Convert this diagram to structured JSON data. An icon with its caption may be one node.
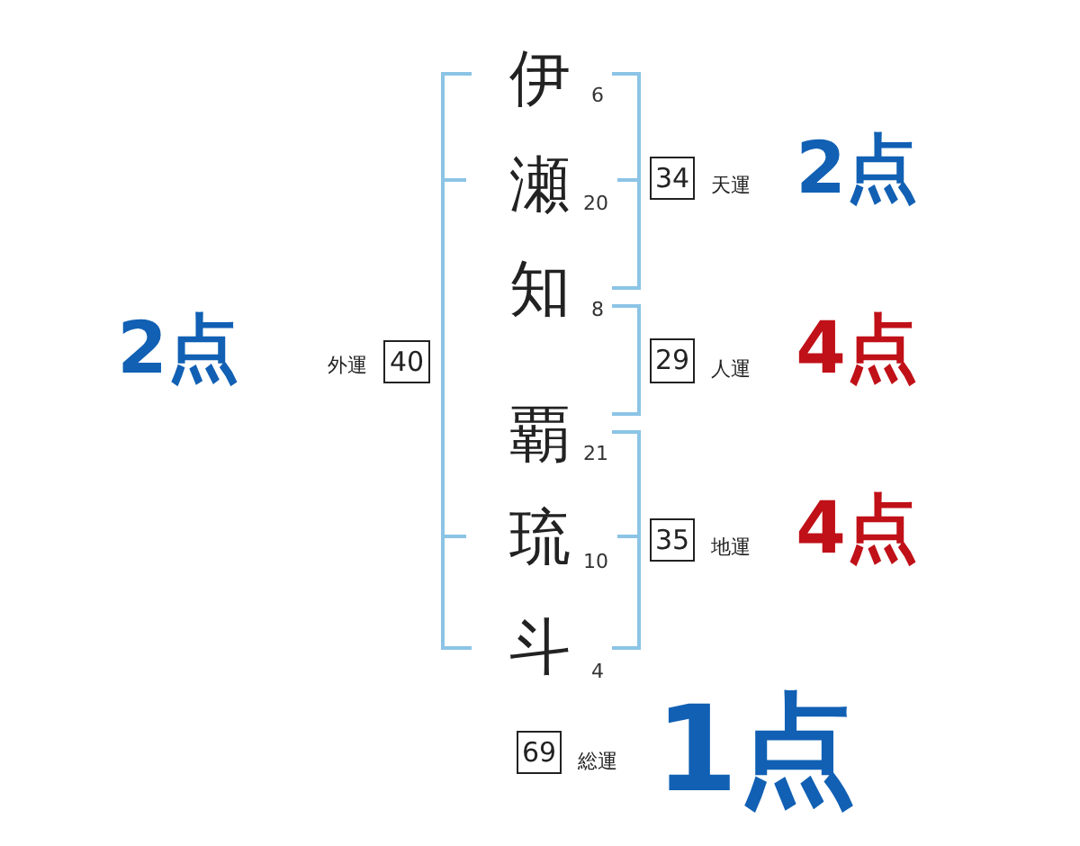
{
  "diagram": {
    "nodes": [
      {
        "text": [
          "34"
        ],
        "beside": [
          "天運"
        ]
      },
      {
        "text": [
          "40"
        ],
        "beside": [
          "外運"
        ]
      },
      {
        "text": [
          "29"
        ],
        "beside": [
          "人運"
        ]
      },
      {
        "text": [
          "35"
        ],
        "beside": [
          "地運"
        ]
      },
      {
        "text": [
          "69"
        ],
        "beside": [
          "総運"
        ]
      }
    ],
    "labels": [
      "伊",
      "6",
      "瀬",
      "20",
      "2点",
      "知",
      "8",
      "2点",
      "4点",
      "覇",
      "21",
      "琉",
      "10",
      "4点",
      "斗",
      "4",
      "1点"
    ]
  }
}
